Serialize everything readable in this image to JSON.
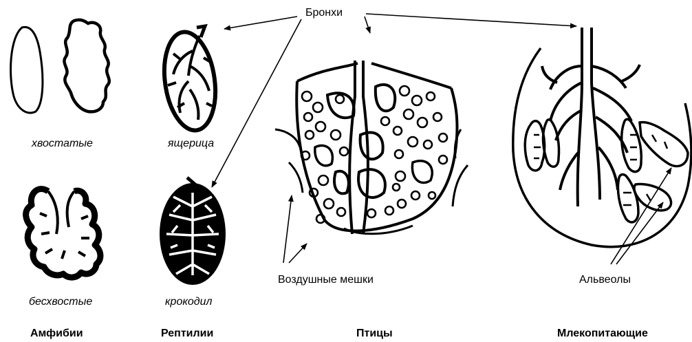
{
  "annotations": {
    "bronchi": "Бронхи",
    "air_sacs": "Воздушные мешки",
    "alveoli": "Альвеолы"
  },
  "specimens": {
    "tailed": "хвостатые",
    "tailless": "бесхвостые",
    "lizard": "ящерица",
    "crocodile": "крокодил"
  },
  "groups": {
    "amphibians": "Амфибии",
    "reptiles": "Рептилии",
    "birds": "Птицы",
    "mammals": "Млекопитающие"
  }
}
